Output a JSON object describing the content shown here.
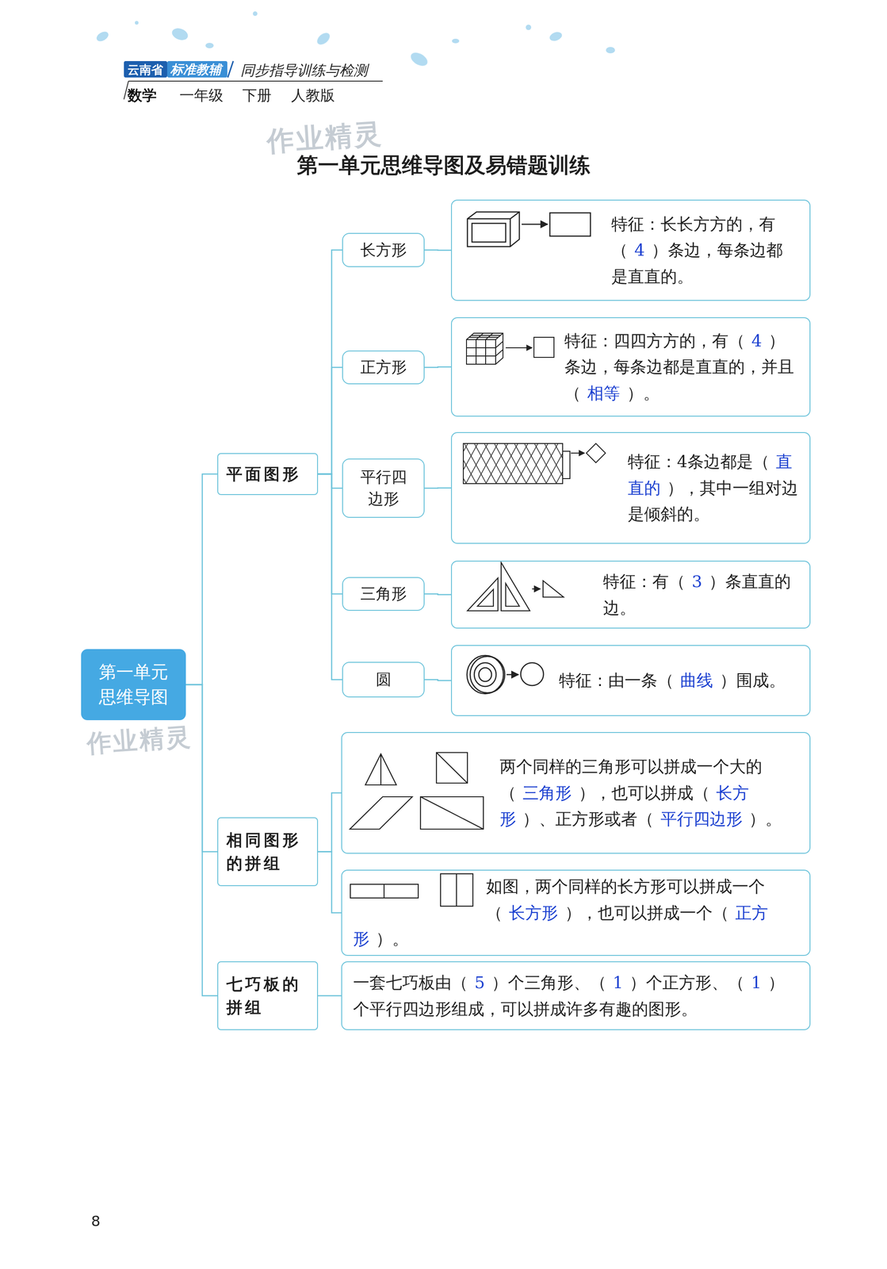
{
  "diagram": {
    "title": "第一单元思维导图及易错题训练",
    "nodes": [
      {
        "text": [
          "第一单元思维导图"
        ]
      },
      {
        "text": [
          "平面图形"
        ]
      },
      {
        "text": [
          "长方形"
        ]
      },
      {
        "text": [
          "特征：长长方方的，有（",
          "4",
          "）条边，每条边都是直直的。"
        ]
      },
      {
        "text": [
          "正方形"
        ]
      },
      {
        "text": [
          "特征：四四方方的，有（",
          "4",
          "）条边，每条边都是直直的，并且（",
          "相等",
          "）。"
        ]
      },
      {
        "text": [
          "平行四边形"
        ]
      },
      {
        "text": [
          "特征：4条边都是（",
          "直直的",
          "），其中一组对边是倾斜的。"
        ]
      },
      {
        "text": [
          "三角形"
        ]
      },
      {
        "text": [
          "特征：有（",
          "3",
          "）条直直的边。"
        ]
      },
      {
        "text": [
          "圆"
        ]
      },
      {
        "text": [
          "特征：由一条（",
          "曲线",
          "）围成。"
        ]
      },
      {
        "text": [
          "相同图形的拼组"
        ]
      },
      {
        "text": [
          "两个同样的三角形可以拼成一个大的（",
          "三角形",
          "），也可以拼成（",
          "长方形",
          "）、正方形或者（",
          "平行四边形",
          "）。"
        ]
      },
      {
        "text": [
          "如图，两个同样的长方形可以拼成一个（",
          "长方形",
          "），也可以拼成一个（",
          "正方形",
          "）。"
        ]
      },
      {
        "text": [
          "七巧板的拼组"
        ]
      },
      {
        "text": [
          "一套七巧板由（",
          "5",
          "）个三角形、（",
          "1",
          "）个正方形、（",
          "1",
          "）个平行四边形组成，可以拼成许多有趣的图形。"
        ]
      }
    ],
    "edges": [
      {
        "from": 0,
        "to": 1,
        "arrow": "none"
      },
      {
        "from": 0,
        "to": 12,
        "arrow": "none"
      },
      {
        "from": 0,
        "to": 15,
        "arrow": "none"
      },
      {
        "from": 1,
        "to": 2,
        "arrow": "none"
      },
      {
        "from": 1,
        "to": 4,
        "arrow": "none"
      },
      {
        "from": 1,
        "to": 6,
        "arrow": "none"
      },
      {
        "from": 1,
        "to": 8,
        "arrow": "none"
      },
      {
        "from": 1,
        "to": 10,
        "arrow": "none"
      },
      {
        "from": 2,
        "to": 3,
        "arrow": "none"
      },
      {
        "from": 4,
        "to": 5,
        "arrow": "none"
      },
      {
        "from": 6,
        "to": 7,
        "arrow": "none"
      },
      {
        "from": 8,
        "to": 9,
        "arrow": "none"
      },
      {
        "from": 10,
        "to": 11,
        "arrow": "none"
      },
      {
        "from": 12,
        "to": 13,
        "arrow": "none"
      },
      {
        "from": 12,
        "to": 14,
        "arrow": "none"
      },
      {
        "from": 15,
        "to": 16,
        "arrow": "none"
      }
    ],
    "labels": [
      "云南省",
      "标准教辅",
      "同步指导训练与检测",
      "数学",
      "一年级",
      "下册",
      "人教版",
      "作业精灵",
      "作业精灵",
      "8"
    ]
  }
}
